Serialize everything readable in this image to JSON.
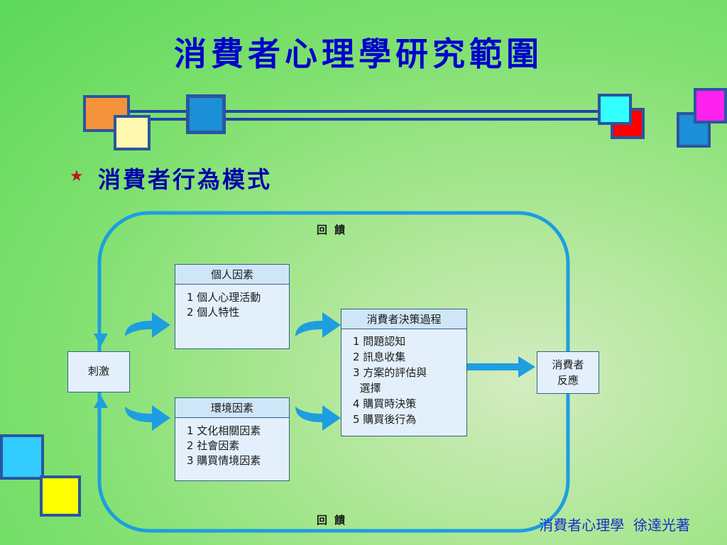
{
  "slide": {
    "title": "消費者心理學研究範圍",
    "subtitle": "消費者行為模式",
    "footer": "消費者心理學  徐達光著",
    "bullet_icon": "star-icon"
  },
  "diagram": {
    "feedback_top": "回饋",
    "feedback_bottom": "回饋",
    "stimulus": "刺激",
    "personal_factors": {
      "title": "個人因素",
      "items": [
        "1 個人心理活動",
        "2 個人特性"
      ]
    },
    "environmental_factors": {
      "title": "環境因素",
      "items": [
        "1 文化相關因素",
        "2 社會因素",
        "3 購買情境因素"
      ]
    },
    "decision_process": {
      "title": "消費者決策過程",
      "items": [
        "1 問題認知",
        "2 訊息收集",
        "3 方案的評估與",
        "  選擇",
        "4 購買時決策",
        "5 購買後行為"
      ]
    },
    "response": {
      "line1": "消費者",
      "line2": "反應"
    }
  },
  "colors": {
    "title": "#0000cc",
    "frame": "#1e9ee0",
    "arrow": "#1e9ee0",
    "box_fill": "#e3f0fb",
    "footer": "#1830c8"
  }
}
